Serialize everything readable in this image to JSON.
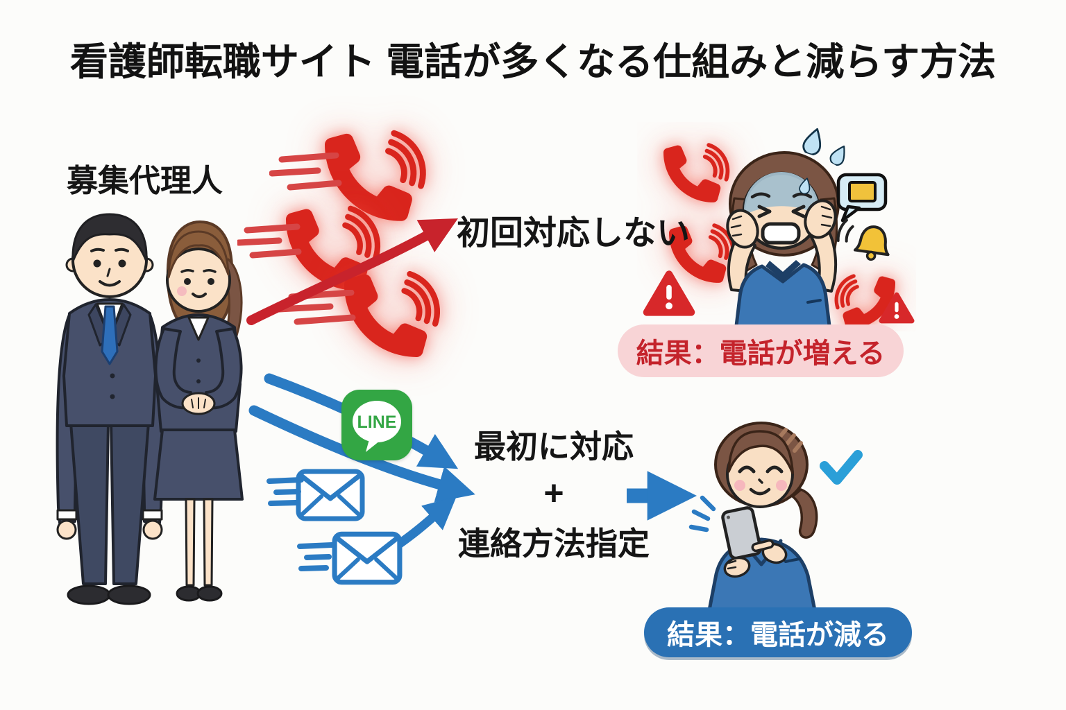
{
  "title": "看護師転職サイト 電話が多くなる仕組みと減らす方法",
  "agents": {
    "label": "募集代理人"
  },
  "bad_flow": {
    "action": "初回対応しない",
    "result": "結果：電話が増える",
    "colors": {
      "phone_red": "#d9251d",
      "arrow_red": "#c8232c",
      "badge_bg": "#f8d4d6",
      "badge_text": "#c4232b"
    }
  },
  "good_flow": {
    "action_line1": "最初に対応",
    "plus": "+",
    "action_line2": "連絡方法指定",
    "result": "結果：電話が減る",
    "line_icon_label": "LINE",
    "colors": {
      "arrow_blue": "#2b7bc3",
      "badge_bg": "#2a71b4",
      "badge_text": "#ffffff",
      "line_green": "#33a644",
      "check_blue": "#2a9fd8"
    }
  }
}
